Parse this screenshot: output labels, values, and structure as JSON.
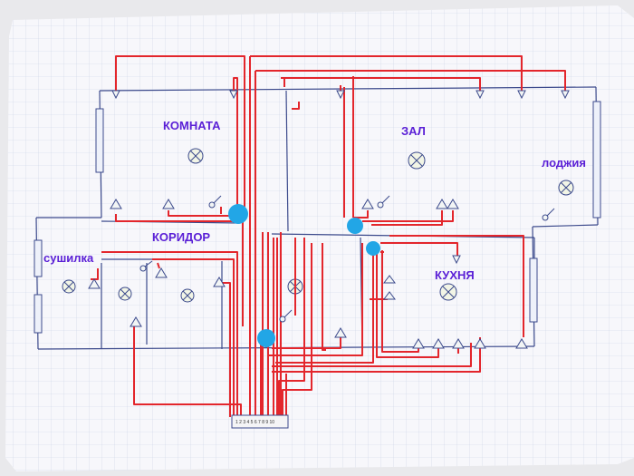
{
  "rooms": {
    "komnata": "КОМНАТА",
    "zal": "ЗАЛ",
    "lodzhiya": "лоджия",
    "koridor": "КОРИДОР",
    "sushilka": "сушилка",
    "kukhnya": "КУХНЯ"
  },
  "terminal_block": {
    "label": "1 2 3 4 5 6 7 8 9 10"
  },
  "colors": {
    "paper": "#f7f7fb",
    "grid": "#c9d4e6",
    "wall": "#3c4a8c",
    "wire": "#e3262c",
    "junction": "#22a6e6",
    "label": "#5a1fd6"
  }
}
